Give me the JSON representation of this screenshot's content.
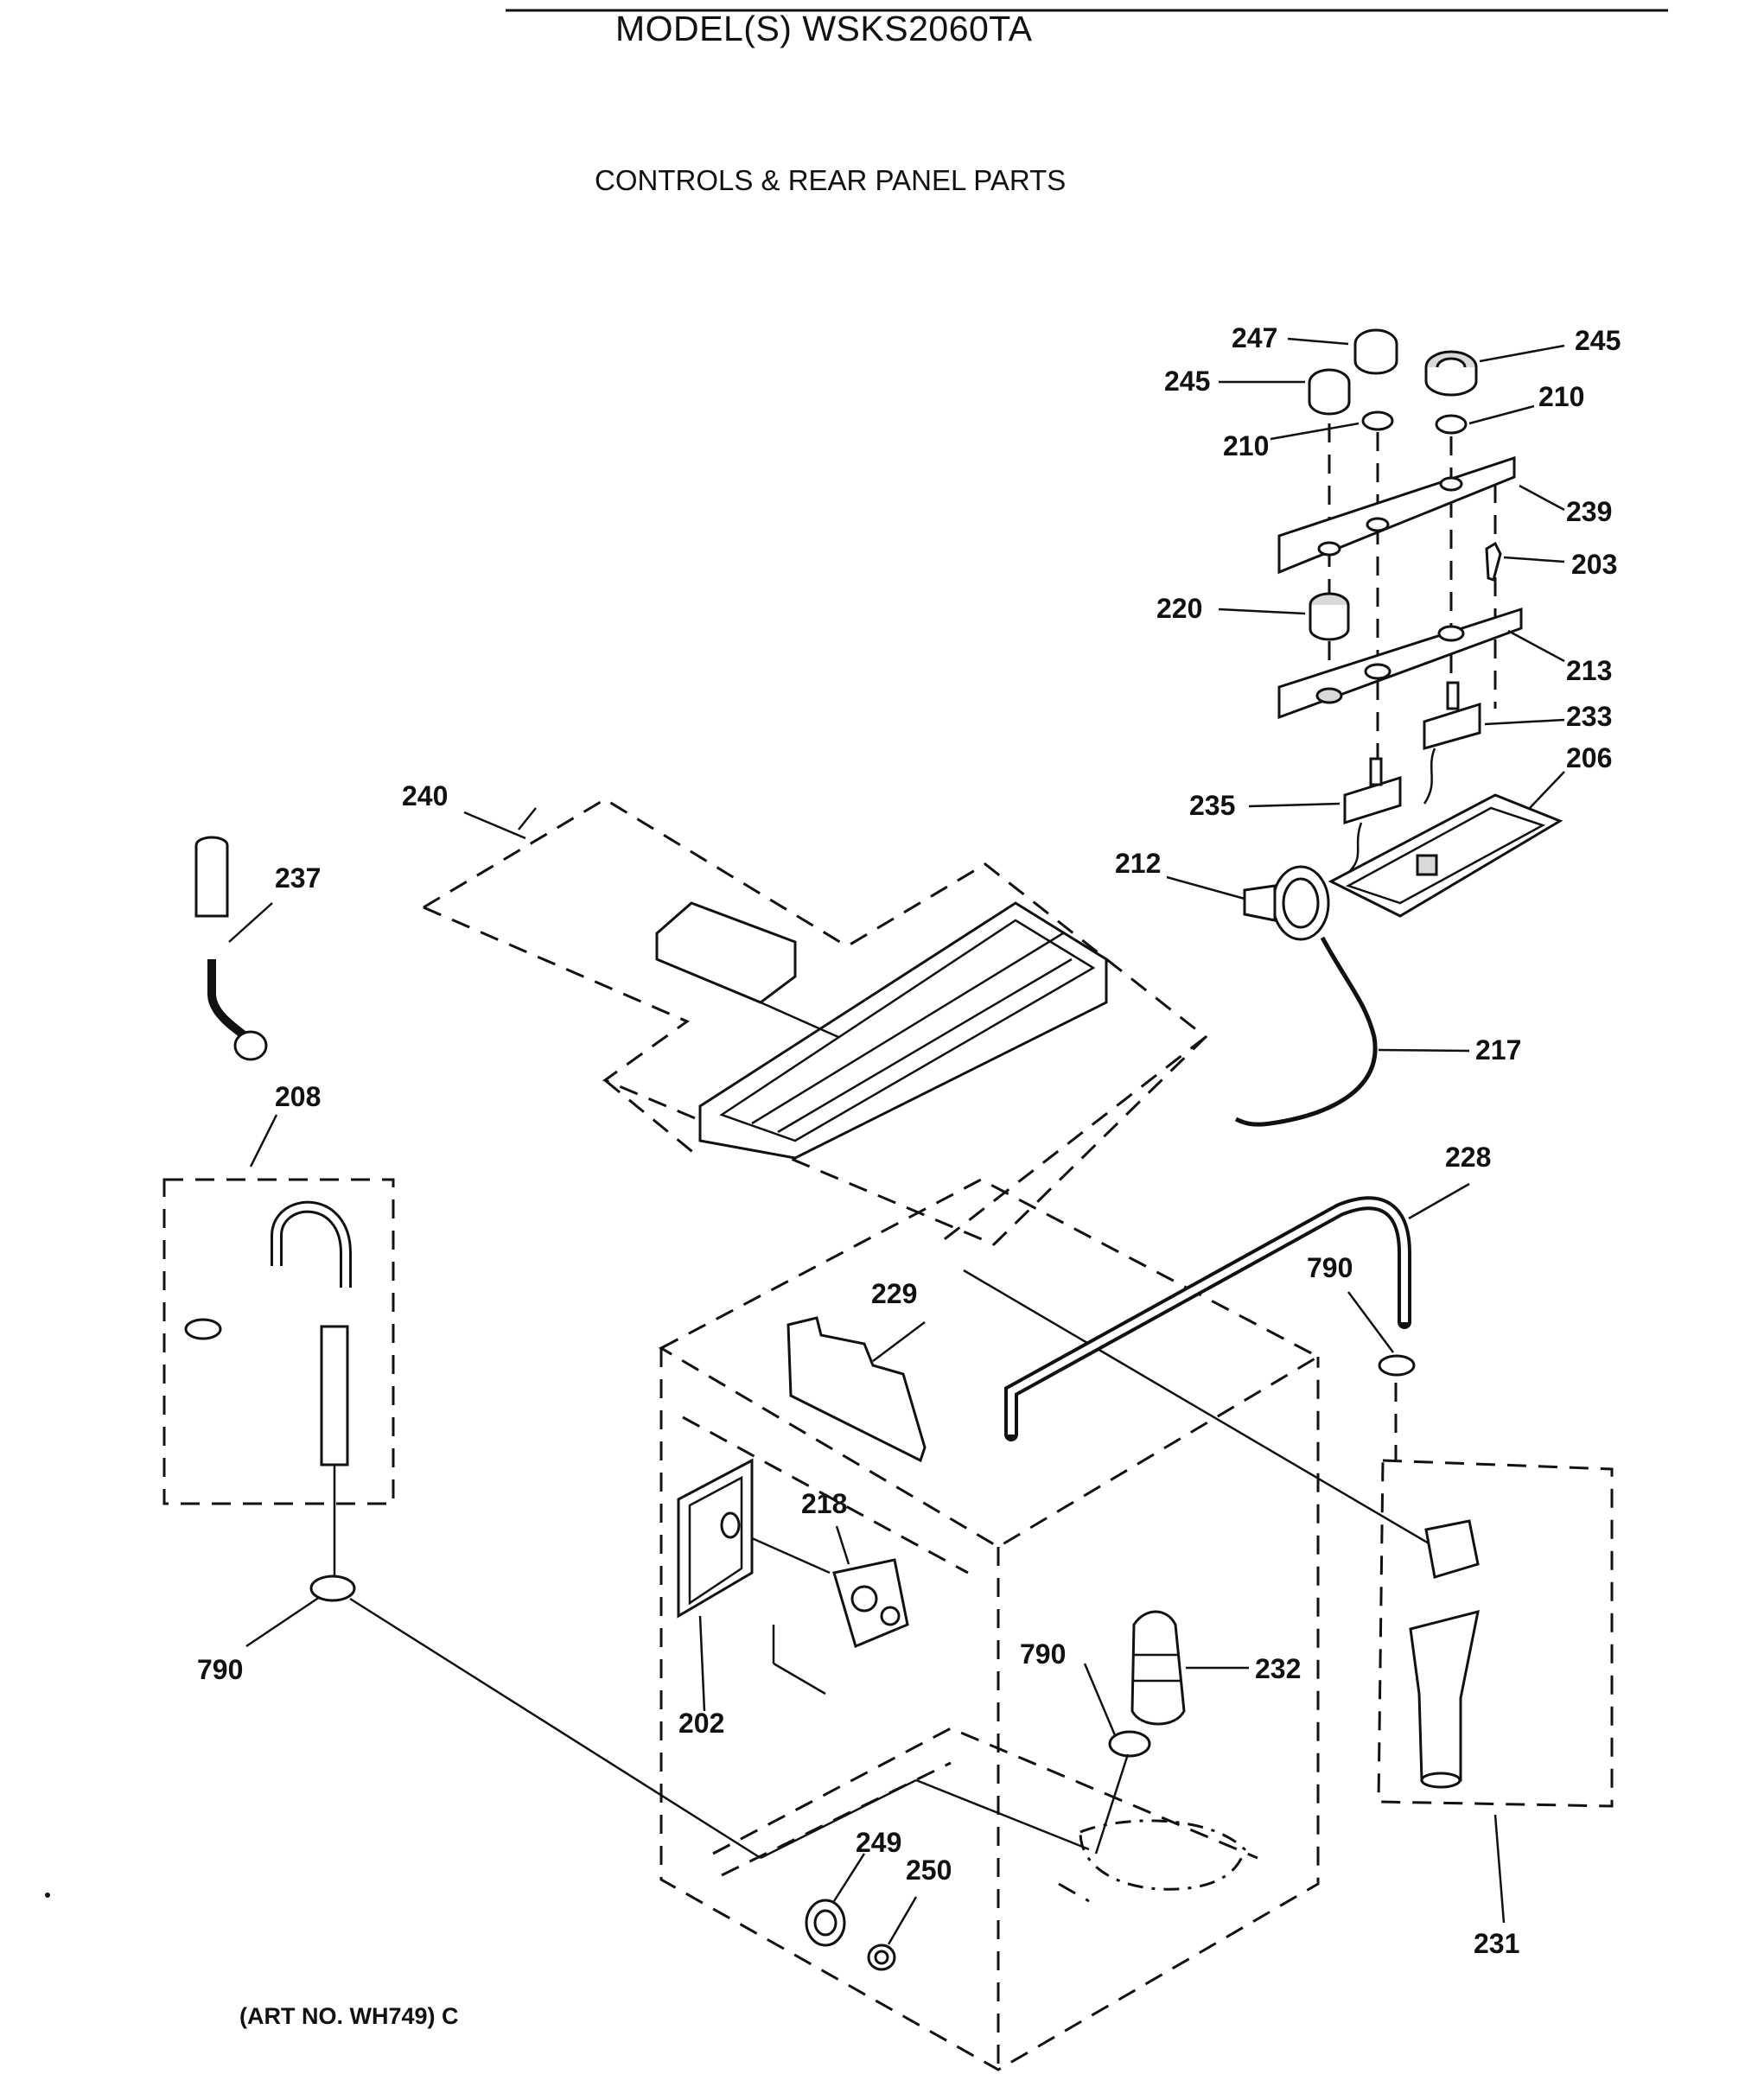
{
  "header": {
    "model": "MODEL(S) WSKS2060TA",
    "section": "CONTROLS & REAR PANEL PARTS"
  },
  "footer": {
    "art_no": "(ART NO. WH749) C"
  },
  "parts": [
    {
      "id": "p202",
      "label": "202"
    },
    {
      "id": "p203",
      "label": "203"
    },
    {
      "id": "p206",
      "label": "206"
    },
    {
      "id": "p208",
      "label": "208"
    },
    {
      "id": "p210a",
      "label": "210"
    },
    {
      "id": "p210b",
      "label": "210"
    },
    {
      "id": "p212",
      "label": "212"
    },
    {
      "id": "p213",
      "label": "213"
    },
    {
      "id": "p217",
      "label": "217"
    },
    {
      "id": "p218",
      "label": "218"
    },
    {
      "id": "p220",
      "label": "220"
    },
    {
      "id": "p228",
      "label": "228"
    },
    {
      "id": "p229",
      "label": "229"
    },
    {
      "id": "p231",
      "label": "231"
    },
    {
      "id": "p232",
      "label": "232"
    },
    {
      "id": "p233",
      "label": "233"
    },
    {
      "id": "p235",
      "label": "235"
    },
    {
      "id": "p237",
      "label": "237"
    },
    {
      "id": "p239",
      "label": "239"
    },
    {
      "id": "p240",
      "label": "240"
    },
    {
      "id": "p245a",
      "label": "245"
    },
    {
      "id": "p245b",
      "label": "245"
    },
    {
      "id": "p247",
      "label": "247"
    },
    {
      "id": "p249",
      "label": "249"
    },
    {
      "id": "p250",
      "label": "250"
    },
    {
      "id": "p790a",
      "label": "790"
    },
    {
      "id": "p790b",
      "label": "790"
    },
    {
      "id": "p790c",
      "label": "790"
    }
  ]
}
